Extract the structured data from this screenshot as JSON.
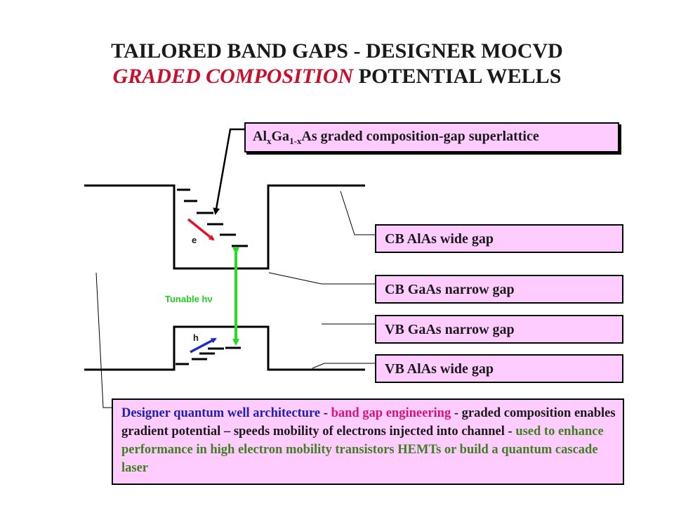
{
  "title": {
    "line1": "TAILORED BAND GAPS - DESIGNER MOCVD",
    "line2_emphasis": "GRADED COMPOSITION",
    "line2_rest": " POTENTIAL WELLS"
  },
  "superlattice_label": {
    "part1": "Al",
    "sub1": "x",
    "part2": "Ga",
    "sub2": "1-x",
    "part3": "As graded composition-gap superlattice"
  },
  "labels": {
    "cb_alas": "CB AlAs wide gap",
    "cb_gaas": "CB GaAs narrow gap",
    "vb_gaas": "VB GaAs narrow gap",
    "vb_alas": "VB AlAs wide gap"
  },
  "diagram": {
    "electron": "e",
    "hole": "h",
    "tunable": "Tunable hν"
  },
  "description": {
    "seg1": "Designer quantum well architecture",
    "seg2": " - ",
    "seg3": "band gap engineering",
    "seg4": " - graded composition enables gradient potential – speeds mobility of electrons injected into channel - ",
    "seg5": "used to enhance performance in high electron mobility transistors HEMTs or build a quantum cascade laser"
  },
  "colors": {
    "box_fill": "#ffccff",
    "title_emphasis": "#c8102e",
    "electron_arrow": "#e8102a",
    "hole_arrow": "#1c2bc4",
    "photon_arrow": "#22dd22"
  }
}
